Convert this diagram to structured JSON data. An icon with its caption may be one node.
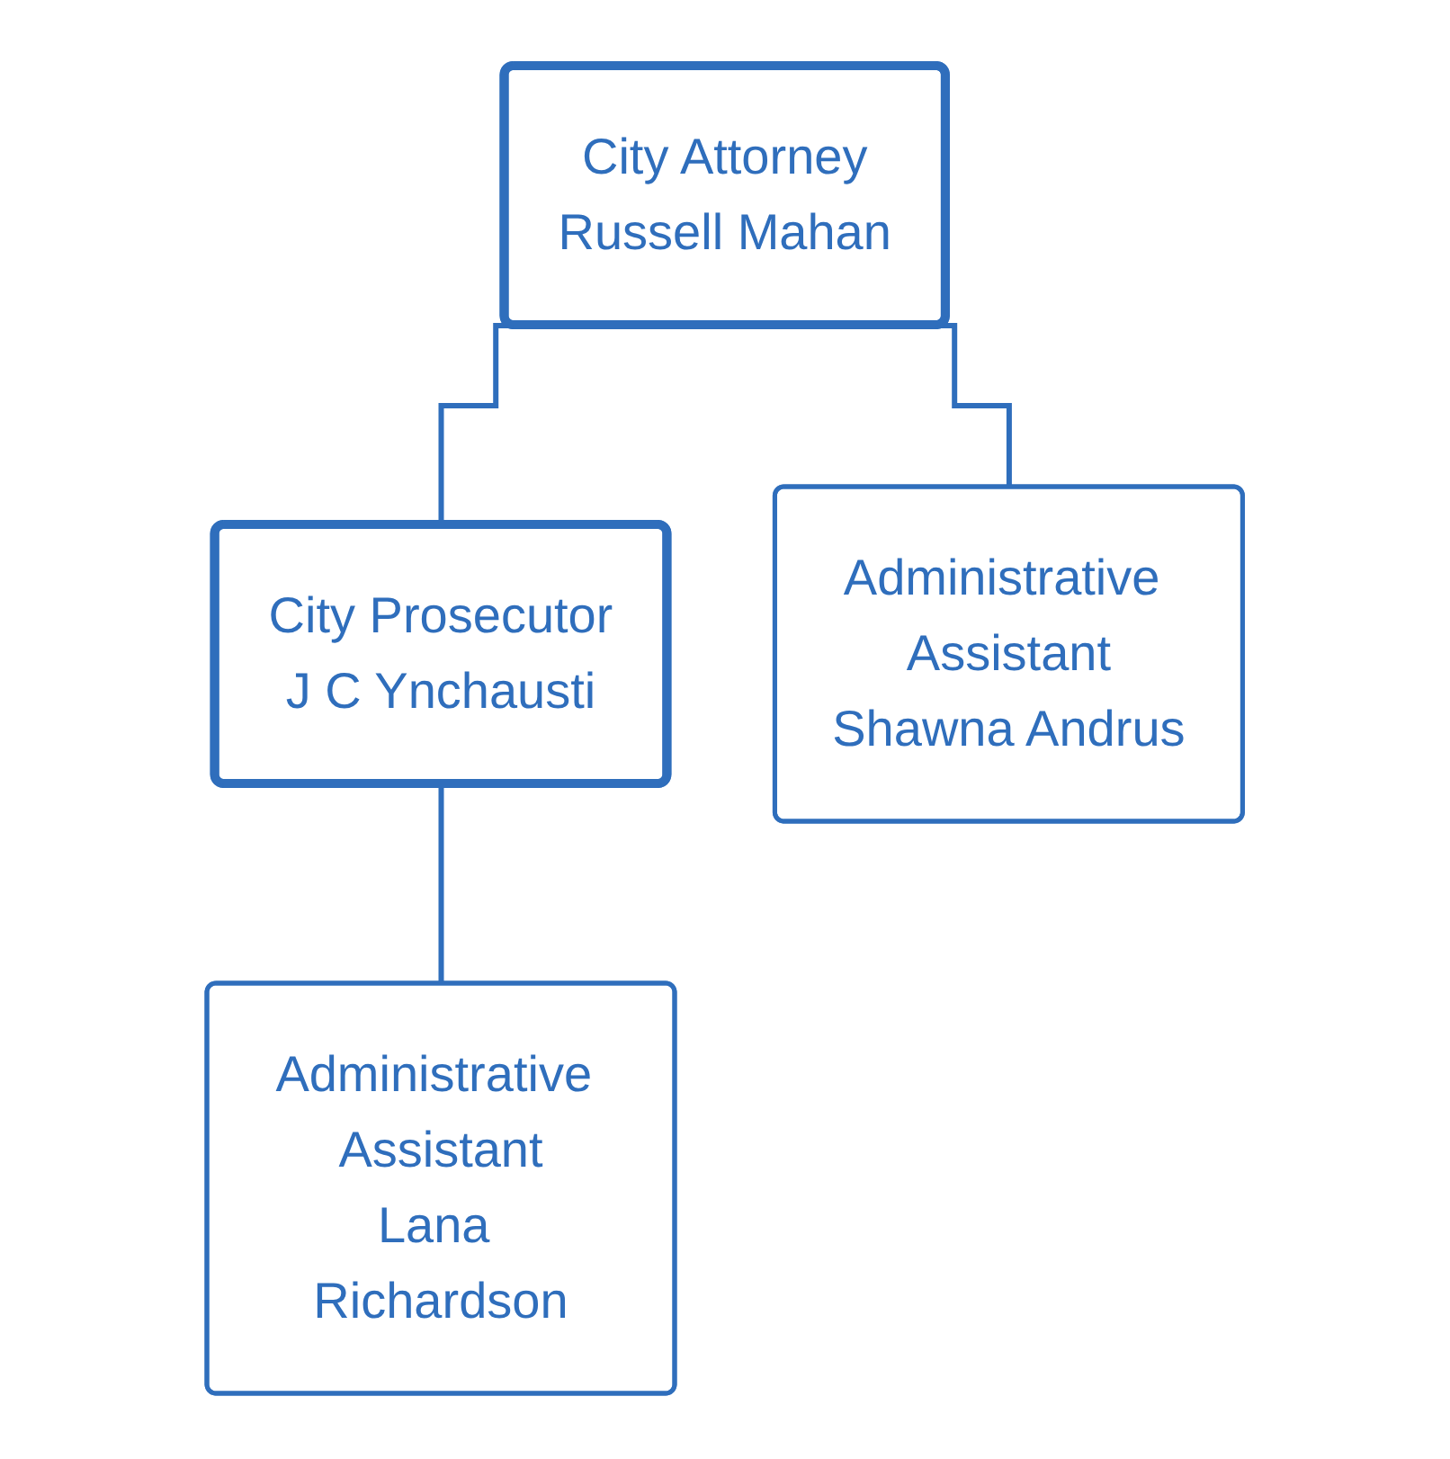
{
  "diagram": {
    "nodes": [
      {
        "text": [
          "City Attorney",
          "Russell Mahan"
        ]
      },
      {
        "text": [
          "City Prosecutor",
          "J C Ynchausti"
        ]
      },
      {
        "text": [
          "Administrative Assistant",
          "Shawna Andrus"
        ]
      },
      {
        "text": [
          "Administrative Assistant",
          "Lana Richardson"
        ]
      }
    ],
    "edges": [
      {
        "from": 0,
        "to": 2,
        "arrow": "none"
      },
      {
        "from": 0,
        "to": 1,
        "arrow": "none"
      },
      {
        "from": 1,
        "to": 3,
        "arrow": "none"
      }
    ]
  }
}
